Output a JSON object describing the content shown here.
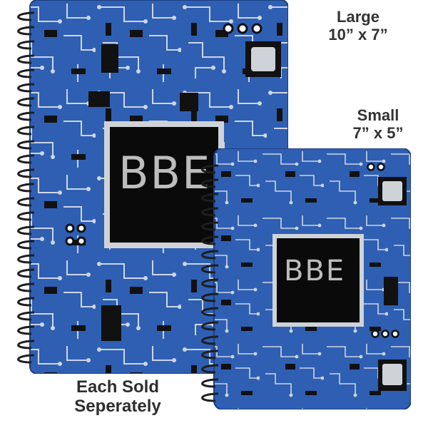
{
  "large": {
    "cover_text": "BBE",
    "label_title": "Large",
    "label_size": "10” x 7”"
  },
  "small": {
    "cover_text": "BBE",
    "label_title": "Small",
    "label_size": "7” x 5”"
  },
  "note": {
    "line1": "Each Sold",
    "line2": "Seperately"
  },
  "colors": {
    "cover_blue": "#2f5fb3",
    "trace": "#cdd6e6",
    "chip": "#0a0a0a",
    "spiral": "#1e1e1e"
  },
  "icons": [
    "circuit-pattern",
    "spiral-binding",
    "processor-chip"
  ]
}
